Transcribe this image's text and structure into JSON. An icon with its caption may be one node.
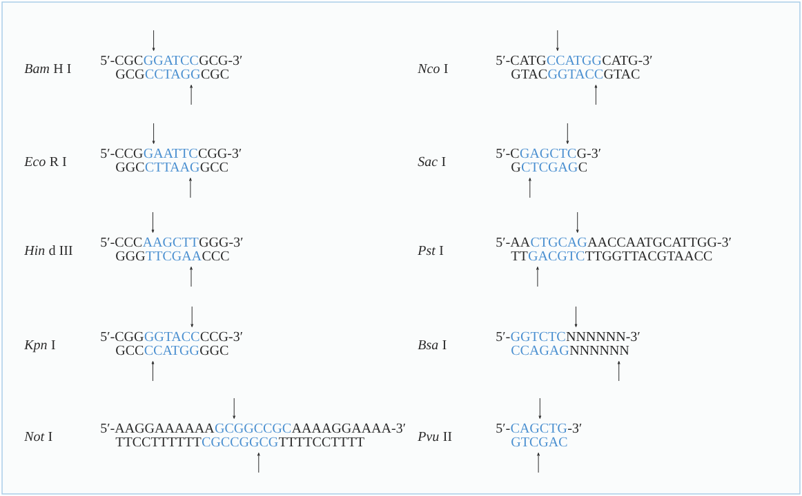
{
  "diagram": {
    "labels": [
      "Bam",
      "H I",
      "5′-CGC",
      "GGATCC",
      "GCG-3′",
      "GCG",
      "CCTAGG",
      "CGC",
      "Nco",
      "I",
      "5′-CATG",
      "CCATGG",
      "CATG-3′",
      "GTAC",
      "GGTACC",
      "GTAC",
      "Eco",
      "R I",
      "5′-CCG",
      "GAATTC",
      "CGG-3′",
      "GGC",
      "CTTAAG",
      "GCC",
      "Sac",
      "I",
      "5′-C",
      "GAGCTC",
      "G-3′",
      "G",
      "CTCGAG",
      "C",
      "Hin",
      "d III",
      "5′-CCC",
      "AAGCTT",
      "GGG-3′",
      "GGG",
      "TTCGAA",
      "CCC",
      "Pst",
      "I",
      "5′-AA",
      "CTGCAG",
      "AACCAATGCATTGG-3′",
      "TT",
      "GACGTC",
      "TTGGTTACGTAACC",
      "Kpn",
      "I",
      "5′-CGG",
      "GGTACC",
      "CCG-3′",
      "GCC",
      "CCATGG",
      "GGC",
      "Bsa",
      "I",
      "5′-",
      "GGTCTC",
      "NNNNNN-3′",
      "CCAGAG",
      "NNNNNN",
      "Not",
      "I",
      "5′-AAGGAAAAAA",
      "GCGGCCGC",
      "AAAAGGAAAA-3′",
      "TTCCTTTTTT",
      "CGCCGGCG",
      "TTTTCCTTTT",
      "Pvu",
      "II",
      "5′-",
      "CAGCTG",
      "-3′",
      "GTCGAC"
    ]
  }
}
